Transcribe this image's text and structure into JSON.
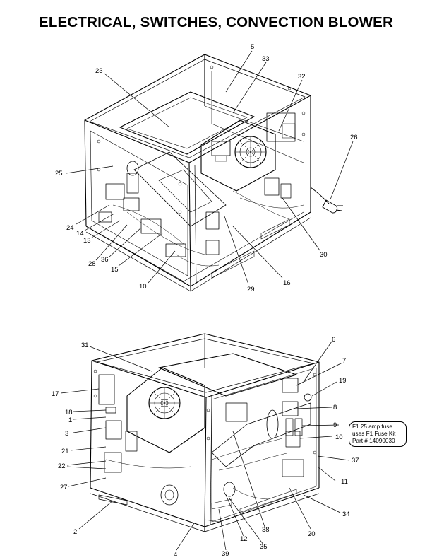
{
  "title": "ELECTRICAL, SWITCHES, CONVECTION BLOWER",
  "fuse_note": [
    "F1 25 amp fuse",
    "uses F1 Fuse Kit",
    "Part # 14090030"
  ],
  "top_view_callouts": [
    "5",
    "33",
    "23",
    "32",
    "26",
    "25",
    "24",
    "14",
    "13",
    "28",
    "36",
    "15",
    "10",
    "29",
    "16",
    "30"
  ],
  "bottom_view_callouts": [
    "31",
    "6",
    "7",
    "19",
    "17",
    "8",
    "18",
    "1",
    "9",
    "3",
    "10",
    "21",
    "22",
    "37",
    "11",
    "27",
    "2",
    "34",
    "20",
    "38",
    "12",
    "35",
    "4",
    "39"
  ]
}
